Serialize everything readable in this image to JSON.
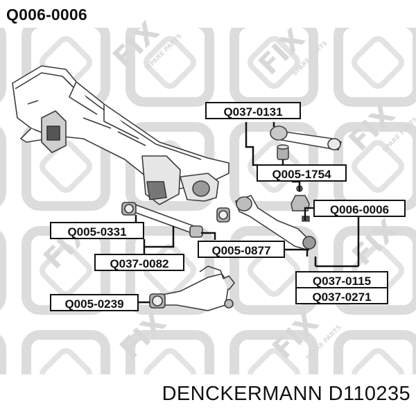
{
  "header": {
    "title": "Q006-0006"
  },
  "footer": {
    "text": "DENCKERMANN D110235"
  },
  "callouts": {
    "q037_0131": "Q037-0131",
    "q005_1754": "Q005-1754",
    "q006_0006": "Q006-0006",
    "q005_0331": "Q005-0331",
    "q005_0877": "Q005-0877",
    "q037_0082": "Q037-0082",
    "q037_0115": "Q037-0115",
    "q037_0271": "Q037-0271",
    "q005_0239": "Q005-0239"
  },
  "watermark": {
    "logo": "FIX",
    "tagline": "SPARE PARTS",
    "color": "#d9d9d9"
  },
  "colors": {
    "line": "#111111",
    "part": "#9a9a9a",
    "part_dark": "#4a4a4a"
  }
}
